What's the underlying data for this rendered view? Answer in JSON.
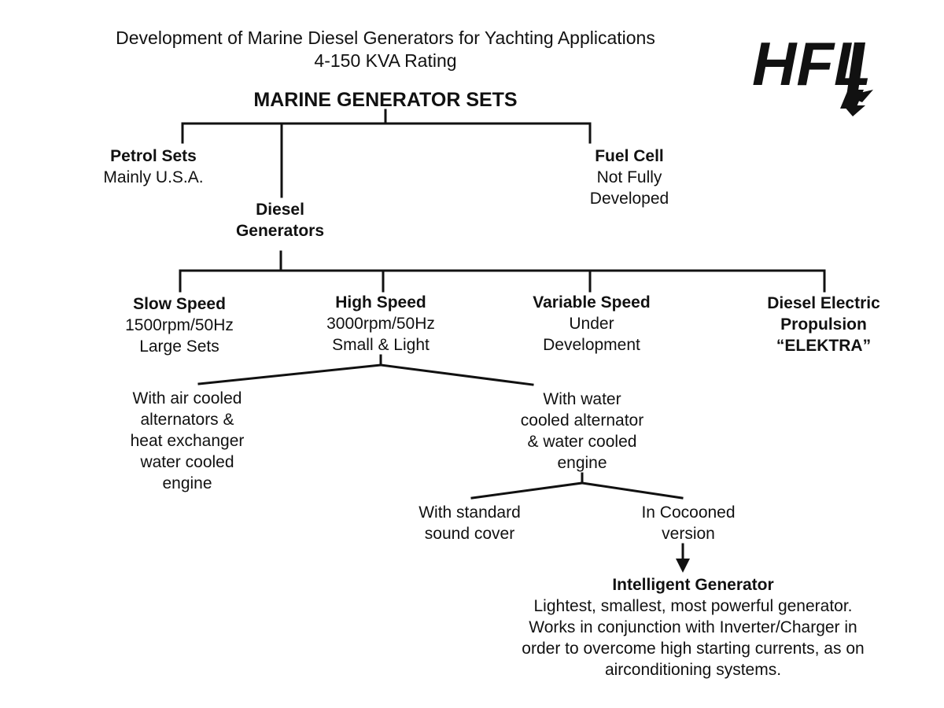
{
  "header": {
    "title_line1": "Development of Marine Diesel Generators for Yachting Applications",
    "title_line2": "4-150 KVA Rating"
  },
  "logo": {
    "text": "HFL",
    "icon": "hfl-logo-arrow-icon"
  },
  "root": {
    "label": "MARINE GENERATOR SETS"
  },
  "petrol": {
    "title": "Petrol Sets",
    "sub": "Mainly U.S.A."
  },
  "fuel_cell": {
    "title": "Fuel Cell",
    "sub": "Not Fully\nDeveloped"
  },
  "diesel": {
    "title": "Diesel\nGenerators"
  },
  "slow": {
    "title": "Slow Speed",
    "sub": "1500rpm/50Hz\nLarge Sets"
  },
  "high": {
    "title": "High Speed",
    "sub": "3000rpm/50Hz\nSmall & Light"
  },
  "variable": {
    "title": "Variable Speed",
    "sub": "Under\nDevelopment"
  },
  "elektra": {
    "title": "Diesel Electric\nPropulsion\n“ELEKTRA”"
  },
  "air_cooled": {
    "text": "With air cooled\nalternators &\nheat exchanger\nwater cooled\nengine"
  },
  "water_cooled": {
    "text": "With water\ncooled alternator\n& water cooled\nengine"
  },
  "standard": {
    "text": "With standard\nsound cover"
  },
  "cocooned": {
    "text": "In Cocooned\nversion"
  },
  "intelligent": {
    "title": "Intelligent Generator",
    "desc": "Lightest, smallest, most powerful generator.\nWorks in conjunction with Inverter/Charger in\norder to overcome high starting currents, as on\nairconditioning systems."
  },
  "colors": {
    "line": "#111111",
    "background": "#ffffff"
  }
}
